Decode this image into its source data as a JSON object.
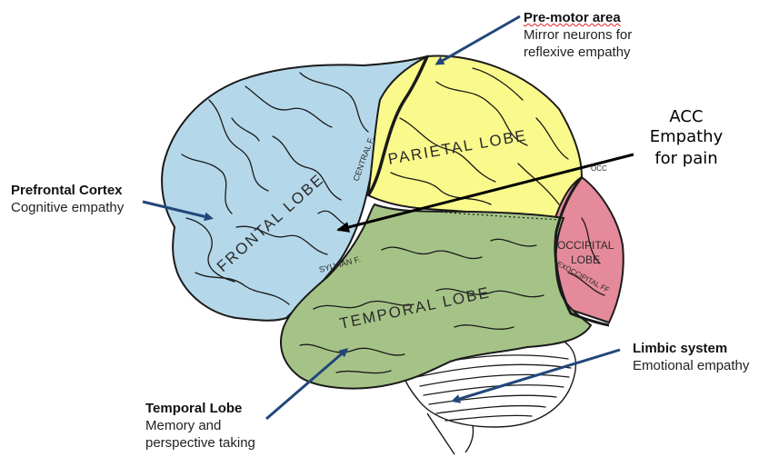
{
  "annotations": {
    "premotor": {
      "title": "Pre-motor area",
      "desc1": "Mirror neurons for",
      "desc2": "reflexive empathy"
    },
    "acc": {
      "title": "ACC",
      "desc1": "Empathy",
      "desc2": "for pain"
    },
    "prefrontal": {
      "title": "Prefrontal Cortex",
      "desc1": "Cognitive empathy"
    },
    "limbic": {
      "title": "Limbic system",
      "desc1": "Emotional empathy"
    },
    "temporal": {
      "title": "Temporal Lobe",
      "desc1": "Memory and",
      "desc2": "perspective taking"
    }
  },
  "diagram_labels": {
    "parietal": "PARIETAL LOBE",
    "frontal": "FRONTAL LOBE",
    "temporal": "TEMPORAL LOBE",
    "occipital_1": "OCCIPITAL",
    "occipital_2": "LOBE",
    "central": "CENTRAL F.",
    "sylvian": "SYLVIAN F.",
    "exoccipital": "EXOCCIPITAL FF",
    "occ_cut": "OCC"
  },
  "colors": {
    "frontal": "#b4d8ea",
    "parietal": "#fafa8c",
    "temporal": "#a6c387",
    "occipital": "#e58a9b",
    "arrow_blue": "#22477a",
    "acc_arrow": "#000000"
  }
}
